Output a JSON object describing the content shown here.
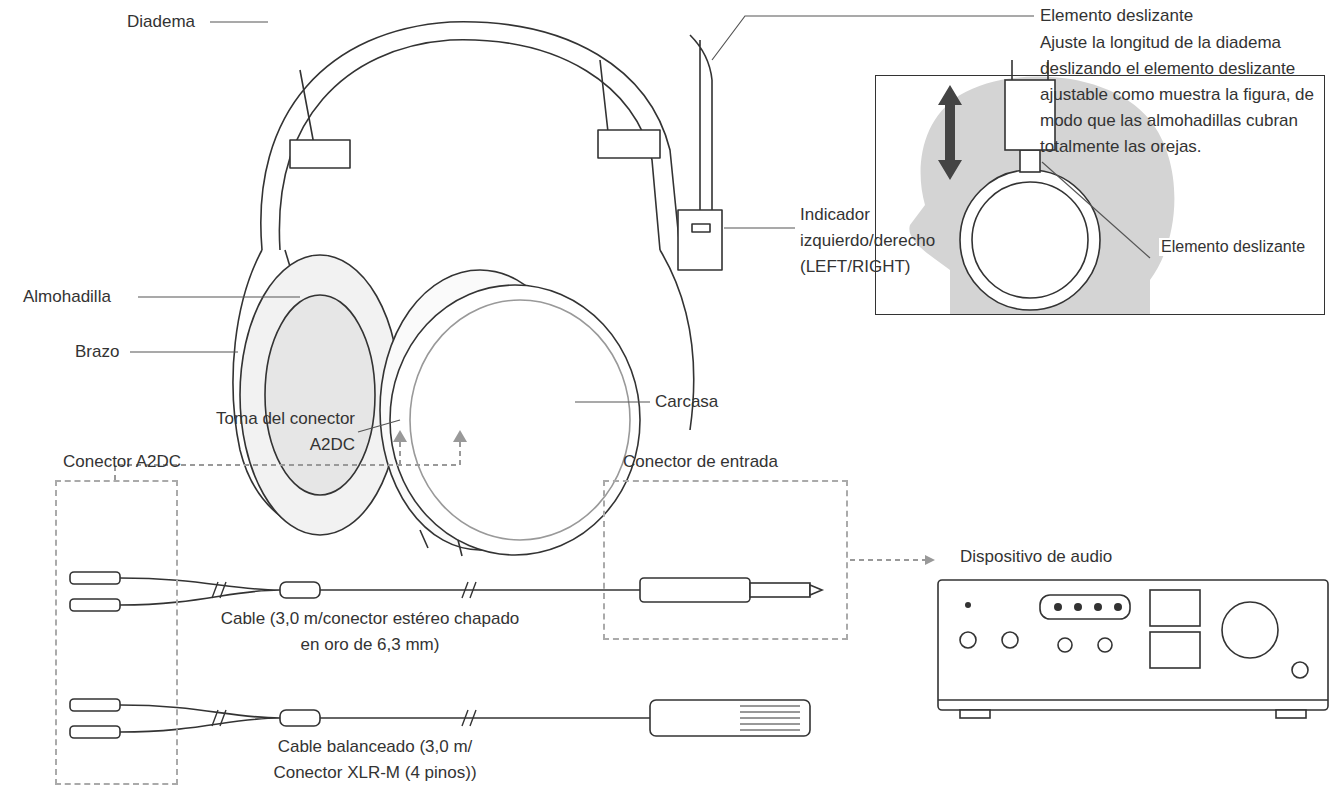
{
  "diagram": {
    "nodes": [
      {
        "text": [
          "Conector A2DC"
        ]
      },
      {
        "text": [
          "Conector de entrada"
        ]
      },
      {
        "text": [
          "Dispositivo de audio"
        ]
      },
      {
        "text": [
          "Elemento deslizante"
        ]
      }
    ],
    "edges": [
      {
        "from": 1,
        "to": 2,
        "arrow": "to"
      }
    ],
    "labels": [
      "Diadema",
      "Elemento deslizante",
      "Ajuste la longitud de la diadema deslizando el elemento deslizante ajustable como muestra la figura, de modo que las almohadillas cubran totalmente las orejas.",
      "Indicador izquierdo/derecho (LEFT/RIGHT)",
      "Almohadilla",
      "Brazo",
      "Carcasa",
      "Toma del conector A2DC",
      "Cable (3,0 m/conector estéreo chapado en oro de 6,3 mm)",
      "Cable balanceado (3,0 m/ Conector XLR-M (4 pinos))"
    ]
  }
}
